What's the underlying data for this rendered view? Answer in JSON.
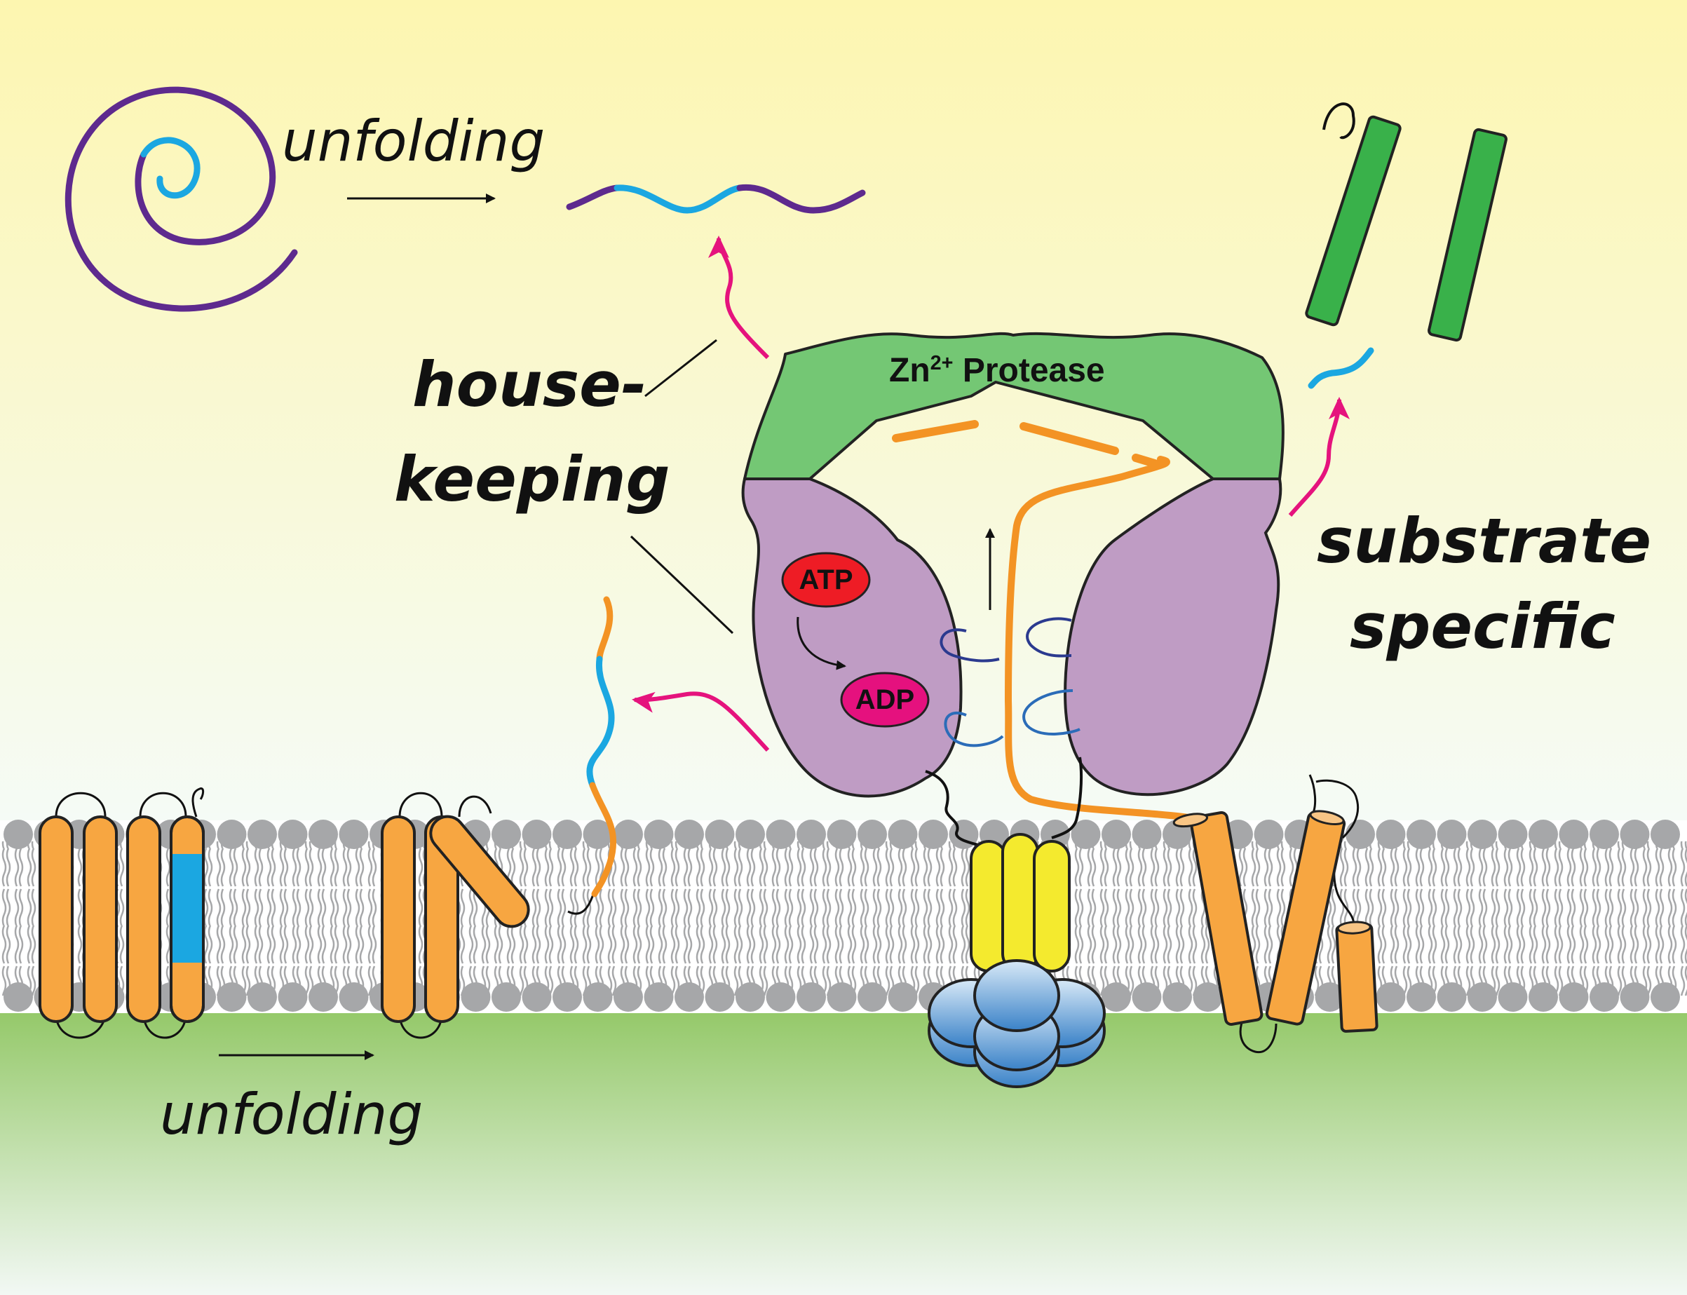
{
  "labels": {
    "unfolding_top": "unfolding",
    "unfolding_bottom": "unfolding",
    "housekeeping_line1": "house-",
    "housekeeping_line2": "keeping",
    "substrate_line1": "substrate",
    "substrate_line2": "specific",
    "protease_prefix": "Zn",
    "protease_sup": "2+",
    "protease_suffix": " Protease",
    "atp": "ATP",
    "adp": "ADP"
  },
  "colors": {
    "cytoplasm": "#fdf6b0",
    "periplasm": "#95c96a",
    "lipid_head": "#a6a7a9",
    "protease_domain": "#74c774",
    "atpase_domain": "#bf9cc4",
    "substrate_orange": "#f7a641",
    "unfolded_purple": "#5e2a8e",
    "segment_blue": "#1ba7e1",
    "arrow_magenta": "#e5137d",
    "atp_red": "#ee1c25",
    "adp_magenta": "#e5117e",
    "adaptor_yellow": "#f4ea2e",
    "adaptor_blue": "#4a8fd1",
    "helix_green": "#39b14a"
  }
}
